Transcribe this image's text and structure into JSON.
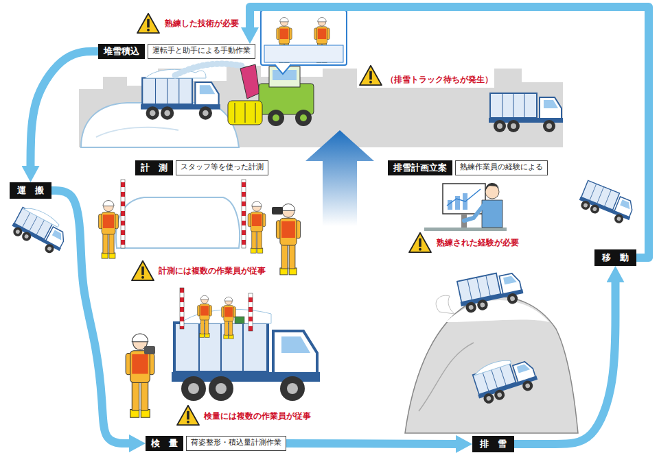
{
  "diagram": {
    "nodes": [
      {
        "text": [
          "堆雪積込",
          "運転手と助手による手動作業"
        ]
      },
      {
        "text": [
          "計　測",
          "スタッフ等を使った計測"
        ]
      },
      {
        "text": [
          "排雪計画立案",
          "熟練作業員の経験による"
        ]
      },
      {
        "text": [
          "運　搬"
        ]
      },
      {
        "text": [
          "移　動"
        ]
      },
      {
        "text": [
          "検　量",
          "荷姿整形・積込量計測作業"
        ]
      },
      {
        "text": [
          "排　雪"
        ]
      }
    ],
    "edges": [
      {
        "from": 0,
        "to": 3,
        "arrow": "to"
      },
      {
        "from": 3,
        "to": 5,
        "arrow": "to"
      },
      {
        "from": 5,
        "to": 6,
        "arrow": "to"
      },
      {
        "from": 6,
        "to": 4,
        "arrow": "to"
      },
      {
        "from": 4,
        "to": 0,
        "arrow": "to"
      }
    ],
    "labels": [
      "熟練した技術が必要",
      "（排雪トラック待ちが発生）",
      "計測には複数の作業員が従事",
      "熟練された経験が必要",
      "検量には複数の作業員が従事"
    ]
  }
}
